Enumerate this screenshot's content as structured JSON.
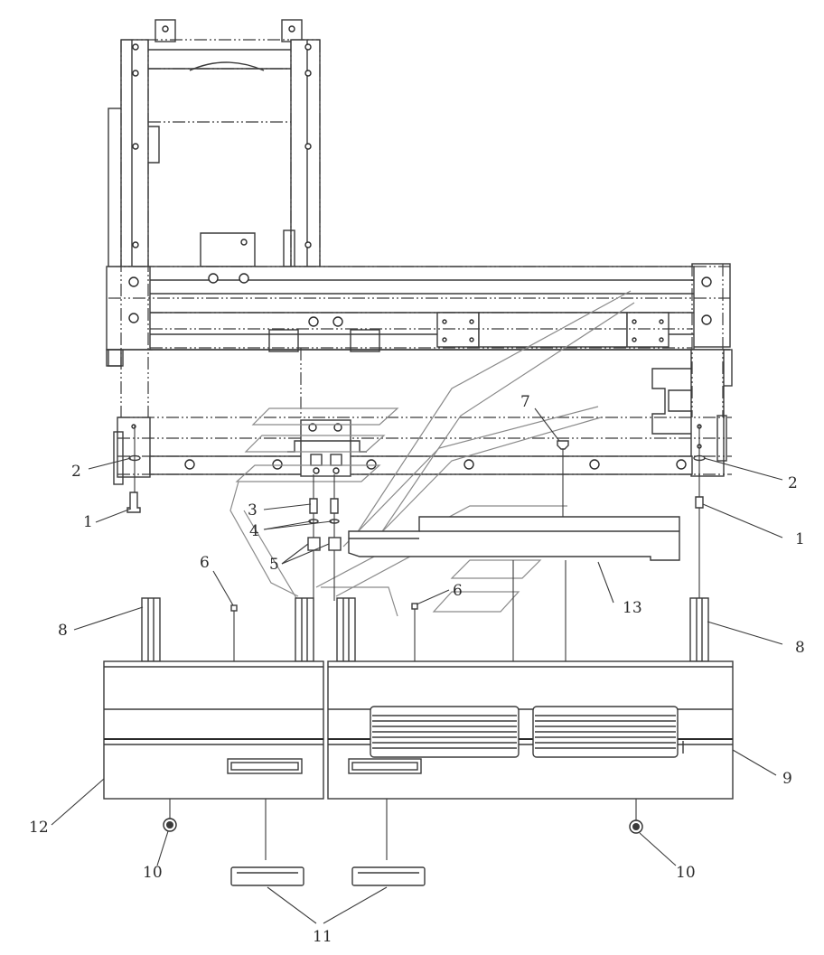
{
  "callouts": [
    {
      "id": "c-1-left",
      "text": "1"
    },
    {
      "id": "c-1-right",
      "text": "1"
    },
    {
      "id": "c-2-left",
      "text": "2"
    },
    {
      "id": "c-2-right",
      "text": "2"
    },
    {
      "id": "c-3",
      "text": "3"
    },
    {
      "id": "c-4",
      "text": "4"
    },
    {
      "id": "c-5",
      "text": "5"
    },
    {
      "id": "c-6-left",
      "text": "6"
    },
    {
      "id": "c-6-right",
      "text": "6"
    },
    {
      "id": "c-7",
      "text": "7"
    },
    {
      "id": "c-8-left",
      "text": "8"
    },
    {
      "id": "c-8-right",
      "text": "8"
    },
    {
      "id": "c-9",
      "text": "9"
    },
    {
      "id": "c-10-left",
      "text": "10"
    },
    {
      "id": "c-10-right",
      "text": "10"
    },
    {
      "id": "c-11",
      "text": "11"
    },
    {
      "id": "c-12",
      "text": "12"
    },
    {
      "id": "c-13",
      "text": "13"
    }
  ],
  "colors": {
    "line": "#3a3a3a",
    "background": "#ffffff",
    "guide": "#8a8a8a"
  }
}
